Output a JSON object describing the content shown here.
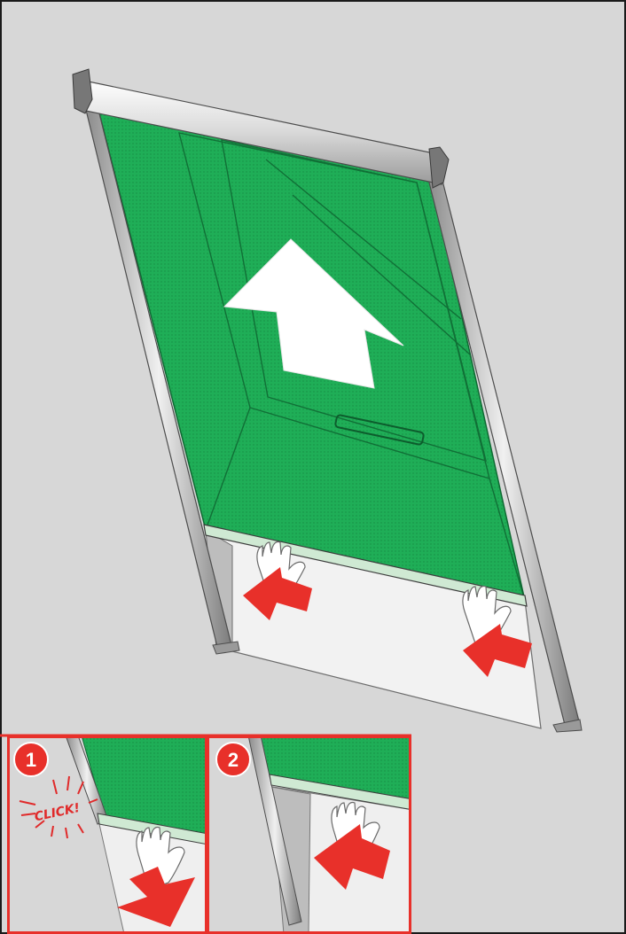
{
  "illustration": {
    "subject": "roof-window-blind-installation",
    "colors": {
      "background": "#d7d7d7",
      "blind_fabric": "#1fae57",
      "rail": "#e6e6e6",
      "arrow_red": "#e8302a",
      "frame_red": "#e8302a"
    }
  },
  "steps": [
    {
      "number": "1",
      "callout": "CLICK!"
    },
    {
      "number": "2"
    }
  ]
}
